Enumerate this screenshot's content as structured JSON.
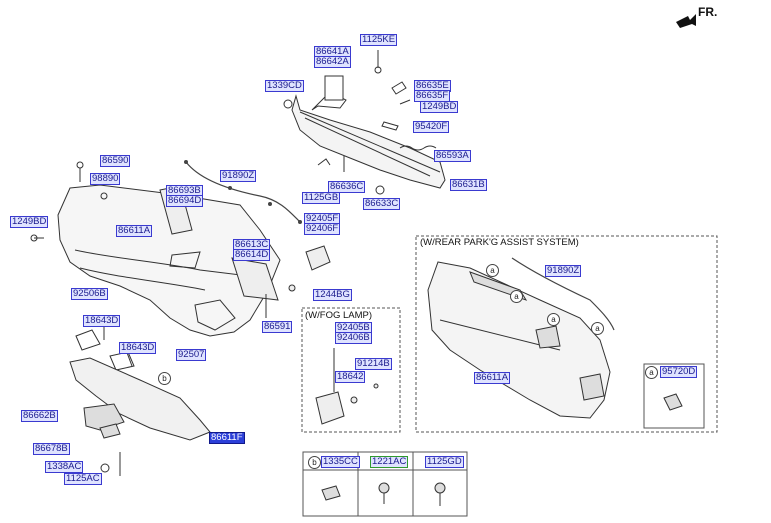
{
  "orientation": {
    "label": "FR."
  },
  "main_labels": [
    {
      "id": "1125KE",
      "text": "1125KE"
    },
    {
      "id": "86641A",
      "text": "86641A"
    },
    {
      "id": "86642A",
      "text": "86642A"
    },
    {
      "id": "1339CD",
      "text": "1339CD"
    },
    {
      "id": "86635E",
      "text": "86635E"
    },
    {
      "id": "86635F",
      "text": "86635F"
    },
    {
      "id": "1249BD_r",
      "text": "1249BD"
    },
    {
      "id": "95420F",
      "text": "95420F"
    },
    {
      "id": "86593A",
      "text": "86593A"
    },
    {
      "id": "86590",
      "text": "86590"
    },
    {
      "id": "98890",
      "text": "98890"
    },
    {
      "id": "86693B",
      "text": "86693B"
    },
    {
      "id": "86694D",
      "text": "86694D"
    },
    {
      "id": "91890Z",
      "text": "91890Z"
    },
    {
      "id": "1125GB",
      "text": "1125GB"
    },
    {
      "id": "86636C",
      "text": "86636C"
    },
    {
      "id": "86633C",
      "text": "86633C"
    },
    {
      "id": "86631B",
      "text": "86631B"
    },
    {
      "id": "1249BD_l",
      "text": "1249BD"
    },
    {
      "id": "86611A",
      "text": "86611A"
    },
    {
      "id": "92405F",
      "text": "92405F"
    },
    {
      "id": "92406F",
      "text": "92406F"
    },
    {
      "id": "86613C",
      "text": "86613C"
    },
    {
      "id": "86614D",
      "text": "86614D"
    },
    {
      "id": "1244BG",
      "text": "1244BG"
    },
    {
      "id": "92506B",
      "text": "92506B"
    },
    {
      "id": "18643D_a",
      "text": "18643D"
    },
    {
      "id": "86591",
      "text": "86591"
    },
    {
      "id": "18643D_b",
      "text": "18643D"
    },
    {
      "id": "92507",
      "text": "92507"
    },
    {
      "id": "86662B",
      "text": "86662B"
    },
    {
      "id": "86611F",
      "text": "86611F",
      "selected": true
    },
    {
      "id": "86678B",
      "text": "86678B"
    },
    {
      "id": "1338AC",
      "text": "1338AC"
    },
    {
      "id": "1125AC",
      "text": "1125AC"
    }
  ],
  "fog_section": {
    "title": "(W/FOG LAMP)",
    "labels": [
      {
        "id": "92405B",
        "text": "92405B"
      },
      {
        "id": "92406B",
        "text": "92406B"
      },
      {
        "id": "91214B",
        "text": "91214B"
      },
      {
        "id": "18642",
        "text": "18642"
      }
    ]
  },
  "park_section": {
    "title": "(W/REAR PARK'G ASSIST SYSTEM)",
    "labels": [
      {
        "id": "91890Z_p",
        "text": "91890Z"
      },
      {
        "id": "86611A_p",
        "text": "86611A"
      },
      {
        "id": "95720D",
        "text": "95720D"
      }
    ],
    "callout": "a"
  },
  "fastener_table": {
    "callout": "b",
    "cells": [
      {
        "id": "1335CC",
        "text": "1335CC"
      },
      {
        "id": "1221AC",
        "text": "1221AC"
      },
      {
        "id": "1125GD",
        "text": "1125GD"
      }
    ]
  },
  "colors": {
    "label_border": "#3a3ad0",
    "label_fill": "#dfe3ff",
    "selected_fill": "#2b3fd8",
    "line": "#333333"
  }
}
